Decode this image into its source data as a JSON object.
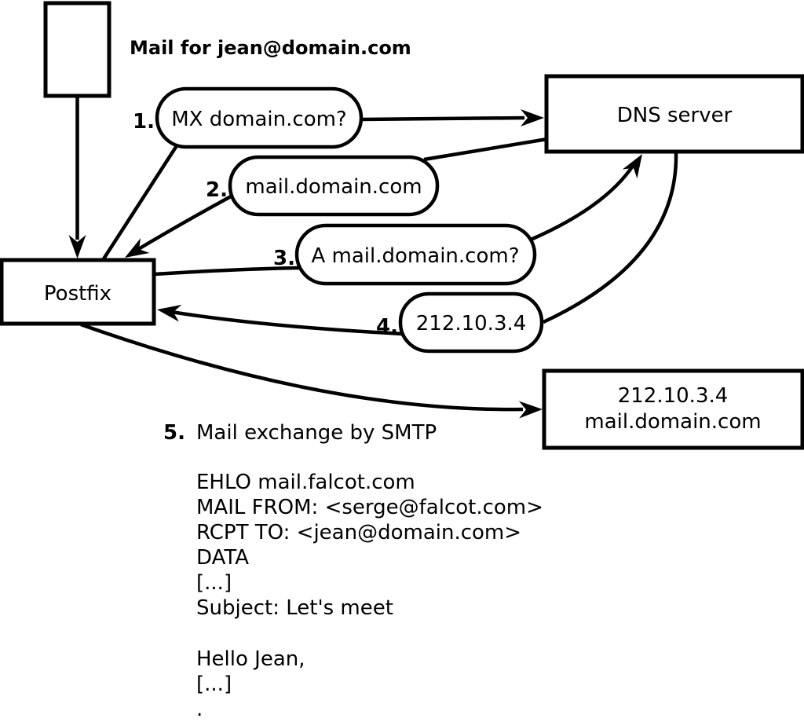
{
  "diagram": {
    "title": "Mail for jean@domain.com",
    "nodes": {
      "postfix": {
        "label": "Postfix"
      },
      "dns": {
        "label": "DNS server"
      },
      "mail_server": {
        "line1": "212.10.3.4",
        "line2": "mail.domain.com"
      }
    },
    "steps": [
      {
        "num": "1.",
        "label": "MX domain.com?"
      },
      {
        "num": "2.",
        "label": "mail.domain.com"
      },
      {
        "num": "3.",
        "label": "A mail.domain.com?"
      },
      {
        "num": "4.",
        "label": "212.10.3.4"
      },
      {
        "num": "5.",
        "label": "Mail exchange by SMTP"
      }
    ],
    "smtp_session": {
      "lines": [
        "EHLO mail.falcot.com",
        "MAIL FROM: <serge@falcot.com>",
        "RCPT TO: <jean@domain.com>",
        "DATA",
        "[...]",
        "Subject: Let's meet",
        "",
        "Hello Jean,",
        "[...]",
        "."
      ]
    },
    "colors": {
      "stroke": "#000000",
      "background": "#ffffff"
    }
  }
}
